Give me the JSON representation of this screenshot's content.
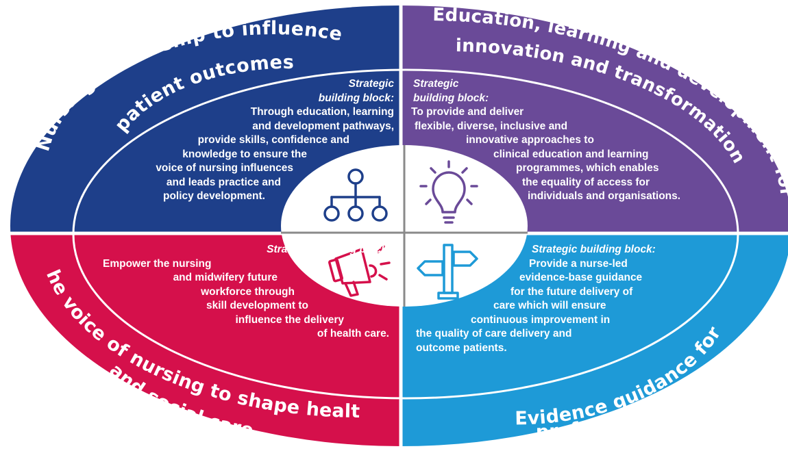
{
  "colors": {
    "nursing_leadership": "#1e3f8a",
    "education": "#6a4a98",
    "voice_of_nursing": "#d5104b",
    "evidence_guidance": "#1e9ad7",
    "center": "#ffffff",
    "divider": "#8a8a8a"
  },
  "quadrants": {
    "top_left": {
      "title": "Nursing leadership to influence patient outcomes",
      "title_lines": [
        "Nursing leadership to influence",
        "patient outcomes"
      ],
      "label": "Strategic building block:",
      "label_lines": [
        "Strategic",
        "building block:"
      ],
      "text": "Through education, learning and development pathways, provide skills, confidence and knowledge to ensure the voice of nursing influences and leads practice and policy development.",
      "lines": [
        "Through education, learning",
        "and development pathways,",
        "provide skills, confidence and",
        "knowledge to ensure the",
        "voice of nursing influences",
        "and leads practice and",
        "policy development."
      ],
      "icon": "hierarchy-network-icon"
    },
    "top_right": {
      "title": "Education, learning and development for innovation and transformation",
      "title_lines": [
        "Education, learning and development for",
        "innovation and transformation"
      ],
      "label": "Strategic building block:",
      "label_lines": [
        "Strategic",
        "building block:"
      ],
      "text": "To provide and deliver flexible, diverse, inclusive and innovative approaches to clinical education and learning programmes, which enables the equality of access for individuals and organisations.",
      "lines": [
        "To provide and deliver",
        "flexible, diverse, inclusive and",
        "innovative approaches to",
        "clinical education and learning",
        "programmes, which enables",
        "the equality of access for",
        "individuals and organisations."
      ],
      "icon": "lightbulb-icon"
    },
    "bottom_left": {
      "title": "The voice of nursing to shape health and social care",
      "title_lines": [
        "The voice of nursing to shape health",
        "and social care"
      ],
      "label": "Strategic building block:",
      "text": "Empower the nursing and midwifery future workforce through skill development to influence the delivery of health care.",
      "lines": [
        "Empower the nursing",
        "and midwifery future",
        "workforce through",
        "skill development to",
        "influence the delivery",
        "of health care."
      ],
      "icon": "megaphone-icon"
    },
    "bottom_right": {
      "title": "Evidence guidance for professional practice",
      "title_lines": [
        "Evidence guidance for",
        "professional practice"
      ],
      "label": "Strategic building block:",
      "text": "Provide a nurse-led evidence-base guidance for the future delivery of care which will ensure continuous improvement in the quality of care delivery and outcome patients.",
      "lines": [
        "Provide a nurse-led",
        "evidence-base guidance",
        "for the future delivery of",
        "care which will ensure",
        "continuous improvement in",
        "the quality of care delivery and",
        "outcome patients."
      ],
      "icon": "signpost-icon"
    }
  }
}
